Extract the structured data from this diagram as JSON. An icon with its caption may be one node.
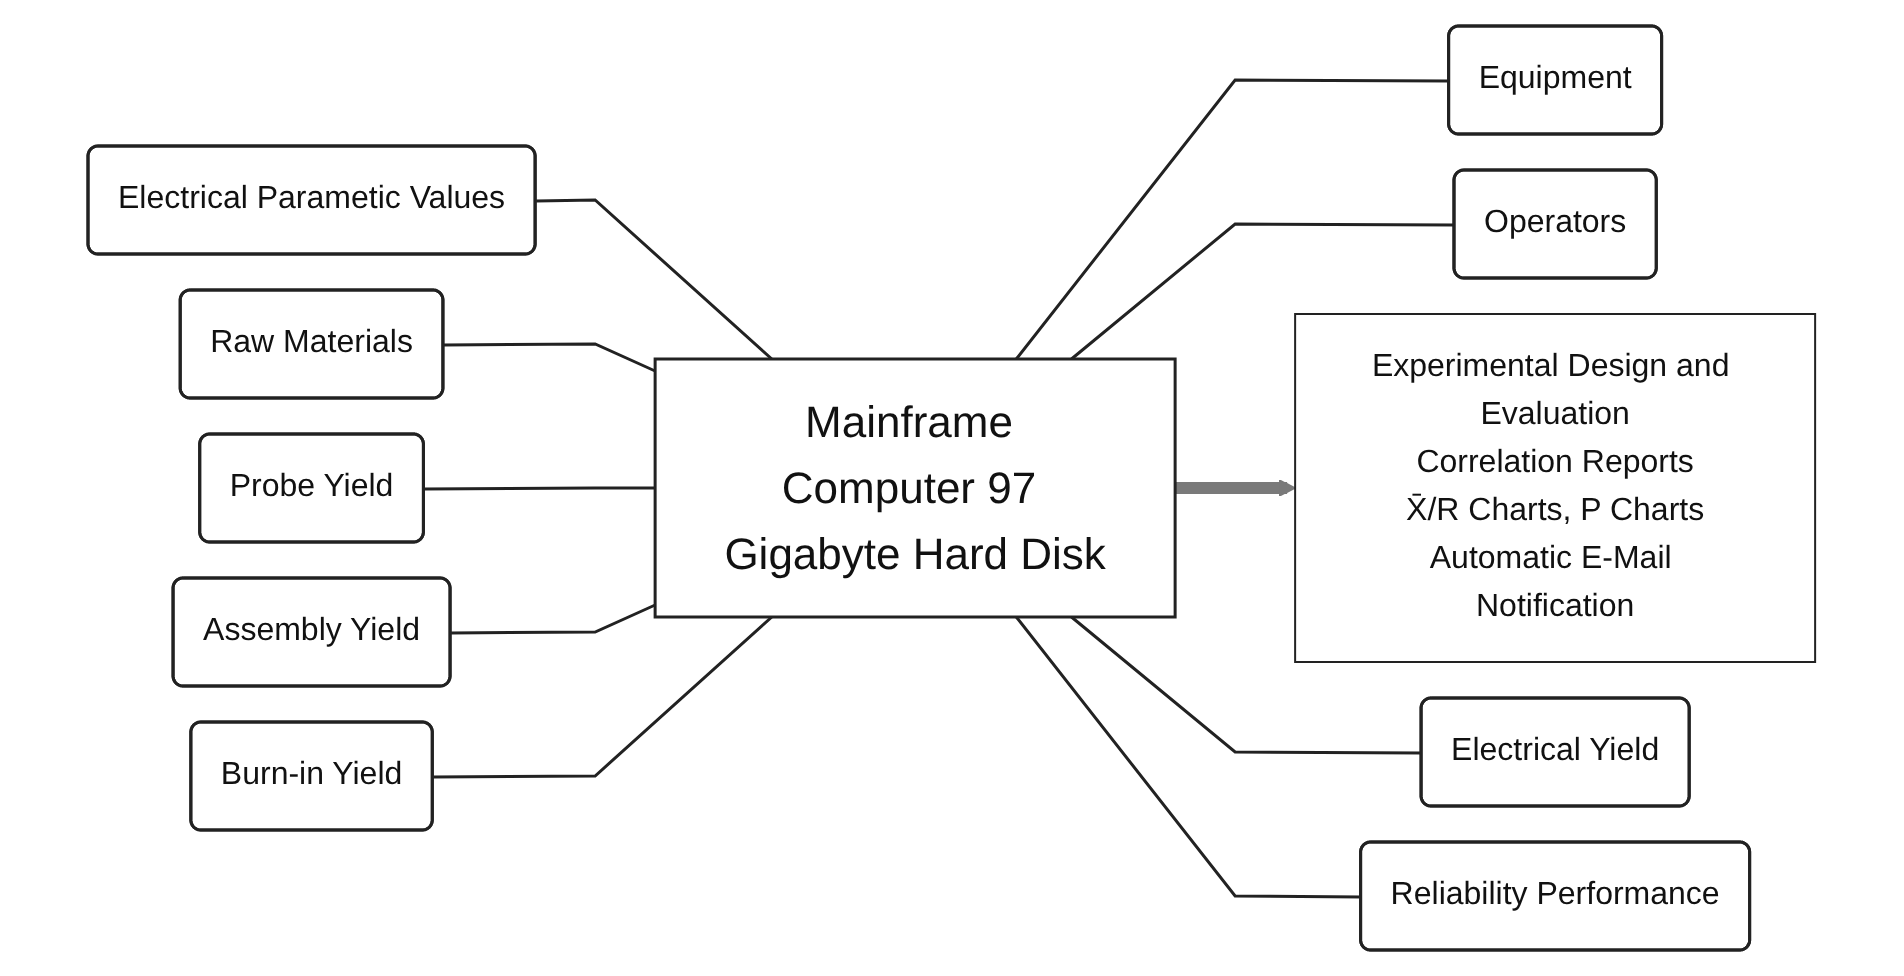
{
  "diagram": {
    "nodes": [
      {
        "text": [
          "Electrical Parametic Values"
        ]
      },
      {
        "text": [
          "Raw Materials"
        ]
      },
      {
        "text": [
          "Equipment"
        ]
      },
      {
        "text": [
          "Operators"
        ]
      },
      {
        "text": [
          "Probe Yield"
        ]
      },
      {
        "text": [
          "Mainframe Computer 97 Gigabyte Hard Disk"
        ]
      },
      {
        "text": [
          "Experimental Design and Evaluation",
          "Correlation Reports",
          "X̄/R Charts, P Charts",
          "Automatic E-Mail Notification"
        ]
      },
      {
        "text": [
          "Assembly Yield"
        ]
      },
      {
        "text": [
          "Burn-in Yield"
        ]
      },
      {
        "text": [
          "Electrical Yield"
        ]
      },
      {
        "text": [
          "Reliability Performance"
        ]
      }
    ],
    "edges": [
      {
        "from": 0,
        "to": 5,
        "arrow": "none"
      },
      {
        "from": 1,
        "to": 5,
        "arrow": "none"
      },
      {
        "from": 5,
        "to": 2,
        "arrow": "none"
      },
      {
        "from": 5,
        "to": 3,
        "arrow": "none"
      },
      {
        "from": 4,
        "to": 5,
        "arrow": "none"
      },
      {
        "from": 5,
        "to": 6,
        "arrow": "to",
        "style": "thick",
        "color": "#7a7a7a"
      },
      {
        "from": 7,
        "to": 5,
        "arrow": "none"
      },
      {
        "from": 8,
        "to": 5,
        "arrow": "none"
      },
      {
        "from": 5,
        "to": 9,
        "arrow": "none"
      },
      {
        "from": 5,
        "to": 10,
        "arrow": "none"
      }
    ]
  }
}
